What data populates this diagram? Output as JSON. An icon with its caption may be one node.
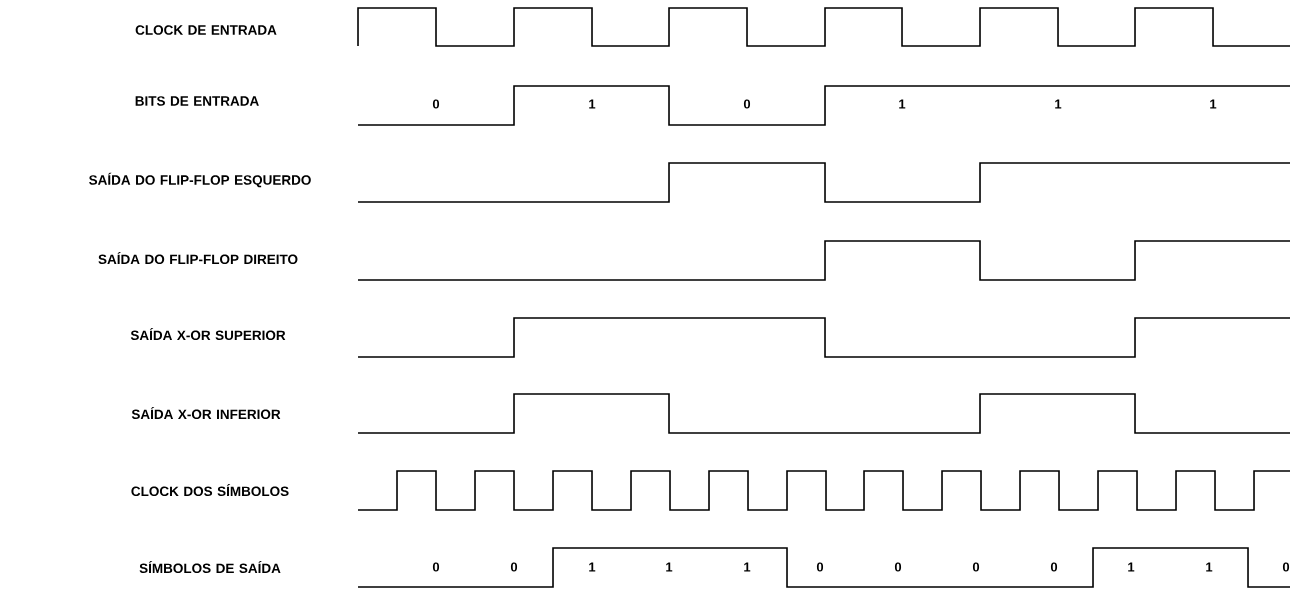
{
  "diagram": {
    "labels": [
      "CLOCK DE ENTRADA",
      "BITS DE ENTRADA",
      "0",
      "1",
      "0",
      "1",
      "1",
      "1",
      "SAÍDA DO FLIP-FLOP ESQUERDO",
      "SAÍDA DO FLIP-FLOP DIREITO",
      "SAÍDA X-OR SUPERIOR",
      "SAÍDA X-OR INFERIOR",
      "CLOCK DOS SÍMBOLOS",
      "SÍMBOLOS DE SAÍDA",
      "0",
      "0",
      "1",
      "1",
      "1",
      "0",
      "0",
      "0",
      "0",
      "1",
      "1",
      "0"
    ]
  }
}
